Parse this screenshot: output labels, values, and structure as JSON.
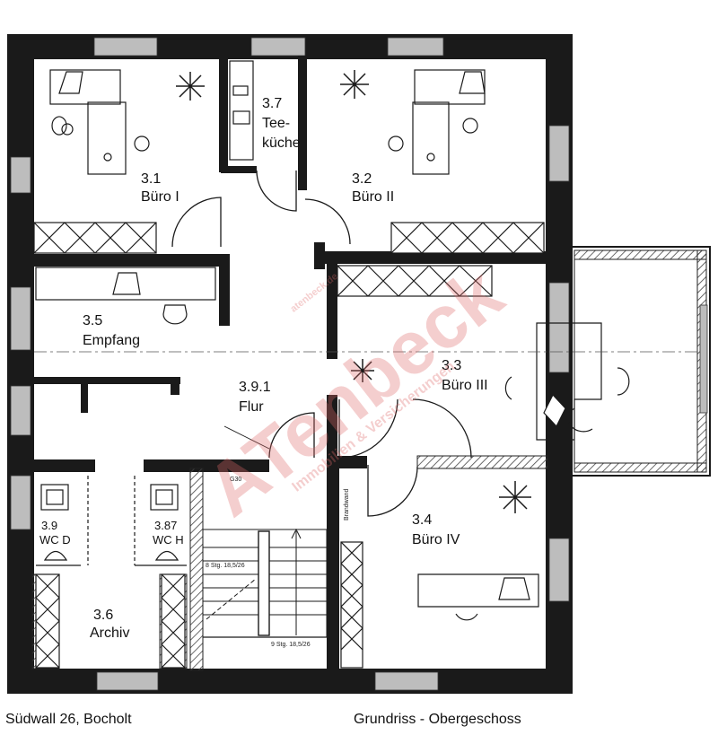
{
  "rooms": {
    "buero1": {
      "number": "3.1",
      "name": "Büro I"
    },
    "kueche": {
      "number": "3.7",
      "name_line1": "Tee-",
      "name_line2": "küche"
    },
    "buero2": {
      "number": "3.2",
      "name": "Büro II"
    },
    "empfang": {
      "number": "3.5",
      "name": "Empfang"
    },
    "buero3": {
      "number": "3.3",
      "name": "Büro III"
    },
    "flur": {
      "number": "3.9.1",
      "name": "Flur"
    },
    "wc_d": {
      "number": "3.9",
      "name": "WC D"
    },
    "wc_h": {
      "number": "3.87",
      "name": "WC H"
    },
    "buero4": {
      "number": "3.4",
      "name": "Büro IV"
    },
    "archiv": {
      "number": "3.6",
      "name": "Archiv"
    }
  },
  "annotations": {
    "fire_door": "G30",
    "fire_wall": "Brandwand",
    "stair_upper": "8 Stg. 18,5/26",
    "stair_lower": "9 Stg. 18,5/26"
  },
  "watermark": {
    "logo": "ATenbeck",
    "tagline": "Immobilien & Versicherungen",
    "url": "atenbeck.de"
  },
  "footer": {
    "address": "Südwall 26, Bocholt",
    "title": "Grundriss - Obergeschoss"
  },
  "colors": {
    "wall": "#1a1a1a",
    "window": "#bdbdbd",
    "hatch": "#222222",
    "watermark": "#e06a6a"
  }
}
